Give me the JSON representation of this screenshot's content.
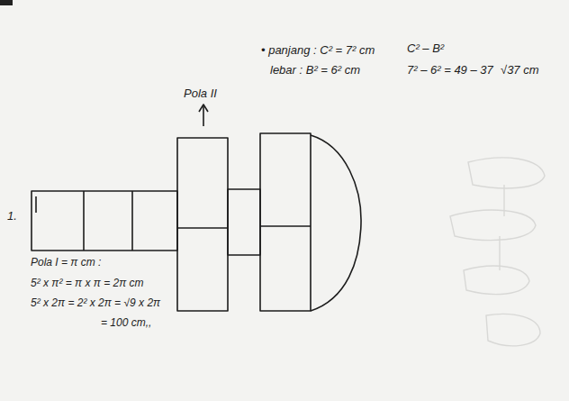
{
  "diagram": {
    "labels": [
      "• panjang : C² = 7² cm",
      "lebar : B² = 6² cm",
      "C² – B²",
      "7² – 6² = 49 – 37",
      "√37 cm",
      "Pola II",
      "1.",
      "Pola I = π cm :",
      "5² x π² = π x π = 2π cm",
      "5² x 2π = 2² x 2π = √9 x 2π",
      "= 100 cm,,"
    ]
  }
}
